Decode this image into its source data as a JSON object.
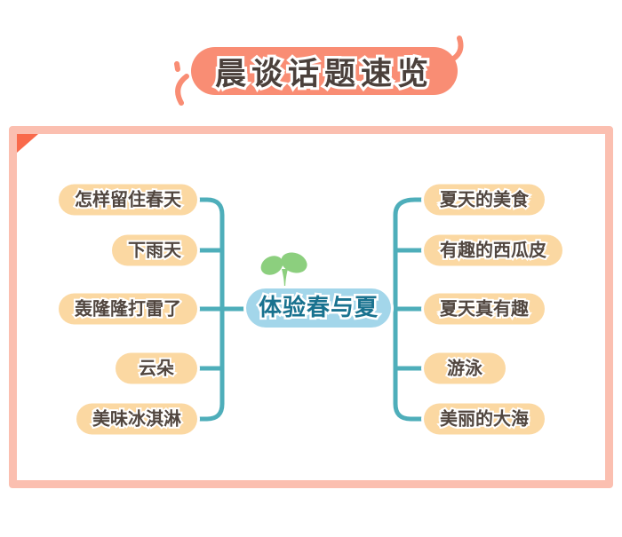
{
  "banner": {
    "title": "晨谈话题速览"
  },
  "mindmap": {
    "center": {
      "label": "体验春与夏"
    },
    "left_branches": [
      {
        "label": "怎样留住春天"
      },
      {
        "label": "下雨天"
      },
      {
        "label": "轰隆隆打雷了"
      },
      {
        "label": "云朵"
      },
      {
        "label": "美味冰淇淋"
      }
    ],
    "right_branches": [
      {
        "label": "夏天的美食"
      },
      {
        "label": "有趣的西瓜皮"
      },
      {
        "label": "夏天真有趣"
      },
      {
        "label": "游泳"
      },
      {
        "label": "美丽的大海"
      }
    ]
  },
  "colors": {
    "banner_bg": "#F98D74",
    "banner_text": "#4B403B",
    "card_border": "#FBBFB0",
    "fold_accent": "#F96A4B",
    "node_bg": "#FBD8A2",
    "node_text": "#51463F",
    "connector": "#4EAEBA",
    "center_bg": "#A3D6EA",
    "center_text": "#19728F",
    "sprout_green": "#8CCF7E"
  }
}
